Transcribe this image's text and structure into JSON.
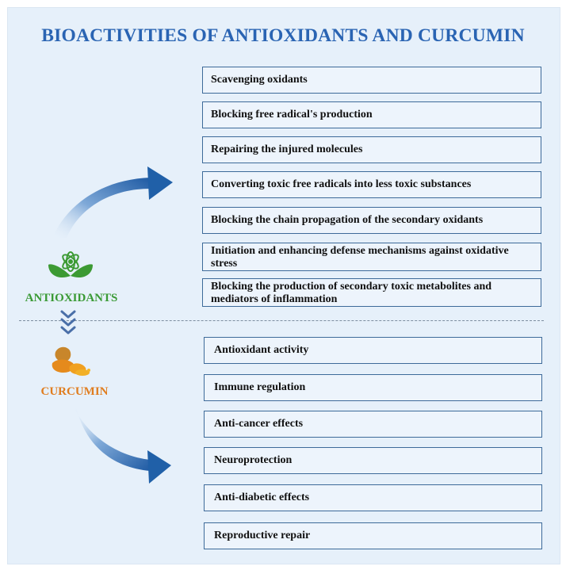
{
  "title": "BIOACTIVITIES OF ANTIOXIDANTS AND CURCUMIN",
  "antioxidants": {
    "label": "ANTIOXIDANTS",
    "color": "#3a9a35",
    "icon": "leaf-atom-icon",
    "items": [
      "Scavenging oxidants",
      "Blocking free radical's production",
      "Repairing the injured molecules",
      "Converting toxic free radicals into less toxic substances",
      "Blocking the chain propagation of the secondary oxidants",
      "Initiation and enhancing defense mechanisms against oxidative stress",
      "Blocking the production of secondary toxic metabolites and mediators of inflammation"
    ]
  },
  "curcumin": {
    "label": "CURCUMIN",
    "color": "#e07d1f",
    "icon": "turmeric-root-icon",
    "items": [
      "Antioxidant activity",
      "Immune regulation",
      "Anti-cancer effects",
      "Neuroprotection",
      "Anti-diabetic effects",
      "Reproductive repair"
    ]
  },
  "colors": {
    "title": "#2a64b3",
    "box_border": "#3d6a99",
    "arrow": "#2b67ad",
    "background": "#e6f0fa"
  }
}
